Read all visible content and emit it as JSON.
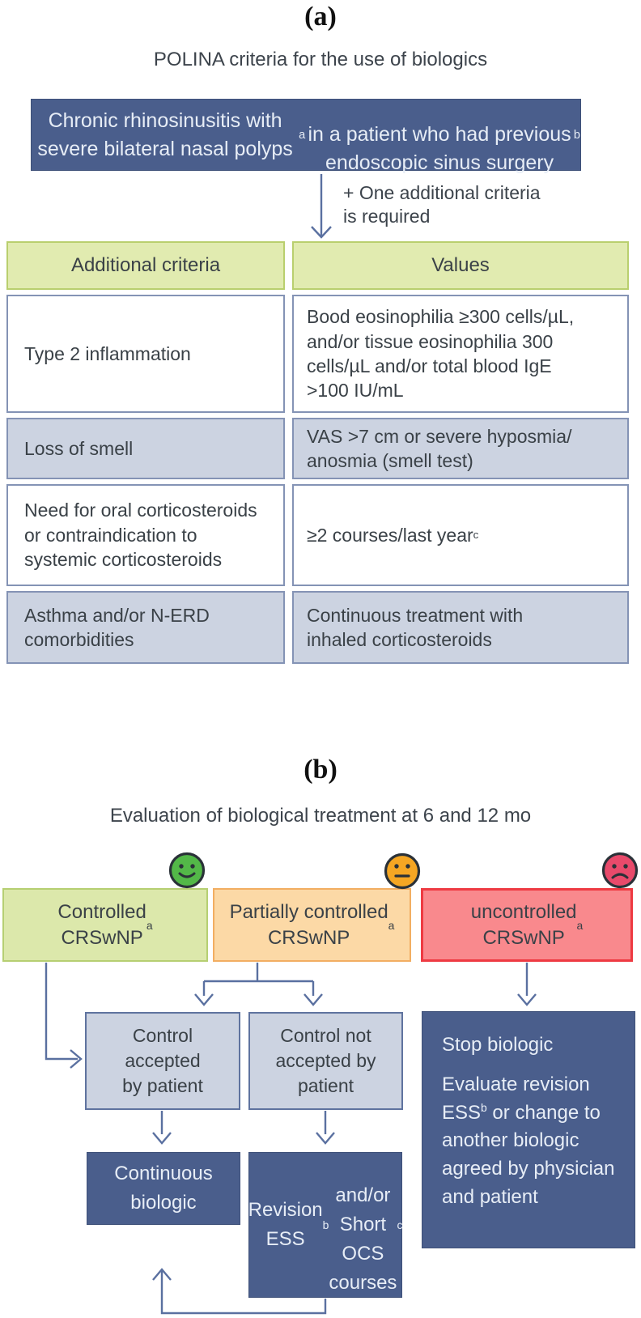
{
  "colors": {
    "navy_box": "#4a5e8c",
    "navy_text": "#e7edf6",
    "arrow": "#5a70a0",
    "header_green_fill": "#e1ebb0",
    "header_green_border": "#b9cf6e",
    "row_shaded_fill": "#ccd3e1",
    "cell_border": "#8493b5",
    "controlled_fill": "#dce8ab",
    "controlled_border": "#b6cf72",
    "partial_fill": "#fcd9a6",
    "partial_border": "#f2ae62",
    "uncontrolled_fill": "#f9898d",
    "uncontrolled_border": "#ee3a42",
    "body_text": "#3a4147"
  },
  "panel_a": {
    "label": "(a)",
    "title": "POLINA criteria for the use of biologics",
    "intro_box": "Chronic rhinosinusitis with severe bilateral nasal polyps^a\nin a patient who had previous endoscopic sinus surgery^b",
    "arrow_note": "+ One additional criteria\nis required",
    "table": {
      "headers": [
        "Additional criteria",
        "Values"
      ],
      "rows": [
        {
          "criteria": "Type 2 inflammation",
          "value": "Bood eosinophilia ≥300 cells/µL,\nand/or tissue eosinophilia 300\ncells/µL and/or total blood IgE\n>100 IU/mL"
        },
        {
          "criteria": "Loss of smell",
          "value": "VAS >7 cm or severe hyposmia/\nanosmia (smell test)"
        },
        {
          "criteria": "Need for oral corticosteroids\nor contraindication to\nsystemic corticosteroids",
          "value": "≥2 courses/last year^c"
        },
        {
          "criteria": "Asthma and/or N-ERD\ncomorbidities",
          "value": "Continuous treatment with\ninhaled corticosteroids"
        }
      ]
    }
  },
  "panel_b": {
    "label": "(b)",
    "title": "Evaluation of biological treatment at 6 and 12 mo",
    "outcomes": [
      {
        "label": "Controlled\nCRSwNP^a",
        "face": "happy-face-icon",
        "face_color": "#53b848"
      },
      {
        "label": "Partially controlled\nCRSwNP^a",
        "face": "neutral-face-icon",
        "face_color": "#f5a623"
      },
      {
        "label": "uncontrolled\nCRSwNP^a",
        "face": "sad-face-icon",
        "face_color": "#e84a6b"
      }
    ],
    "decisions": [
      {
        "label": "Control\naccepted\nby patient"
      },
      {
        "label": "Control not\naccepted by\npatient"
      }
    ],
    "stop_box": {
      "line1": "Stop biologic",
      "line2": "Evaluate revision ESS^b or change to another biologic agreed by physician and patient"
    },
    "actions": [
      {
        "label": "Continuous\nbiologic"
      },
      {
        "label": "Revision ESS^b\nand/or\nShort OCS\ncourses^c"
      }
    ]
  }
}
